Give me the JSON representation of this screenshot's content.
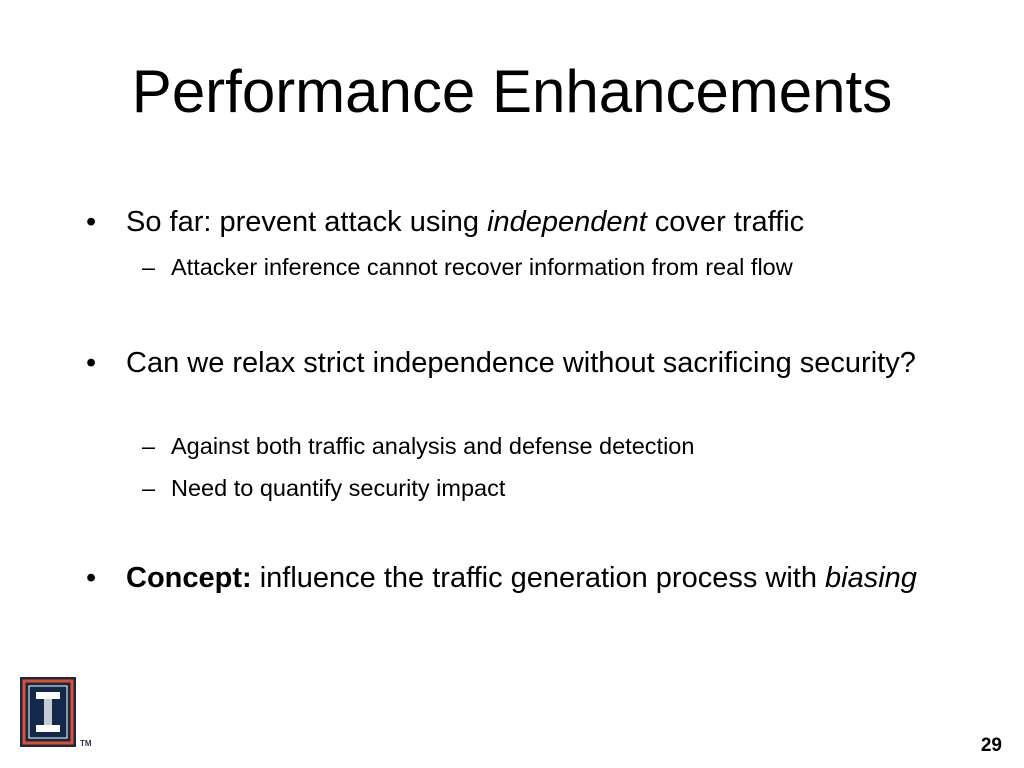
{
  "slide": {
    "title": "Performance Enhancements",
    "page_number": "29"
  },
  "bullets": [
    {
      "mark": "•",
      "parts": [
        {
          "text": "So far:  prevent attack using ",
          "style": "normal"
        },
        {
          "text": "independent",
          "style": "italic"
        },
        {
          "text": " cover traffic",
          "style": "normal"
        }
      ],
      "subs": [
        {
          "mark": "–",
          "text": "Attacker inference cannot recover information from real flow"
        }
      ]
    },
    {
      "mark": "•",
      "parts": [
        {
          "text": "Can we relax strict independence without sacrificing security?",
          "style": "normal"
        }
      ],
      "subs": [
        {
          "mark": "–",
          "text": "Against both traffic analysis and defense detection"
        },
        {
          "mark": "–",
          "text": "Need to quantify security impact"
        }
      ]
    },
    {
      "mark": "•",
      "parts": [
        {
          "text": "Concept:",
          "style": "bold"
        },
        {
          "text": " influence the traffic generation process with ",
          "style": "normal"
        },
        {
          "text": "biasing",
          "style": "italic"
        }
      ],
      "subs": []
    }
  ],
  "logo": {
    "icon": "university-block-i-logo-icon",
    "trademark": "TM",
    "colors": {
      "navy": "#13294B",
      "orange": "#E84A27"
    }
  }
}
